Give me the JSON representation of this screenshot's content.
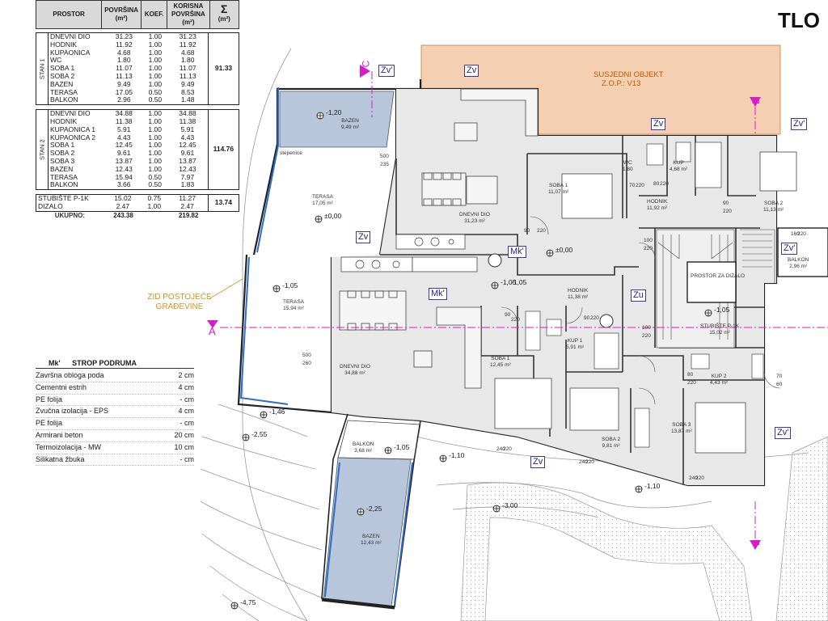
{
  "title": "TLO",
  "table": {
    "headers": {
      "room": "PROSTOR",
      "area": "POVRŠINA",
      "area_unit": "(m²)",
      "coef": "KOEF.",
      "usable": "KORISNA POVRŠINA",
      "usable_unit": "(m²)",
      "sum": "Σ",
      "sum_unit": "(m²)"
    },
    "groups": [
      {
        "label": "STAN 1",
        "total": "91.33",
        "rows": [
          [
            "DNEVNI DIO",
            "31.23",
            "1.00",
            "31.23"
          ],
          [
            "HODNIK",
            "11.92",
            "1.00",
            "11.92"
          ],
          [
            "KUPAONICA",
            "4.68",
            "1.00",
            "4.68"
          ],
          [
            "WC",
            "1.80",
            "1.00",
            "1.80"
          ],
          [
            "SOBA 1",
            "11.07",
            "1.00",
            "11.07"
          ],
          [
            "SOBA 2",
            "11.13",
            "1.00",
            "11.13"
          ],
          [
            "BAZEN",
            "9.49",
            "1.00",
            "9.49"
          ],
          [
            "TERASA",
            "17.05",
            "0.50",
            "8.53"
          ],
          [
            "BALKON",
            "2.96",
            "0.50",
            "1.48"
          ]
        ]
      },
      {
        "label": "STAN 2",
        "total": "114.76",
        "rows": [
          [
            "DNEVNI DIO",
            "34.88",
            "1.00",
            "34.88"
          ],
          [
            "HODNIK",
            "11.38",
            "1.00",
            "11.38"
          ],
          [
            "KUPAONICA 1",
            "5.91",
            "1.00",
            "5.91"
          ],
          [
            "KUPAONICA 2",
            "4.43",
            "1.00",
            "4.43"
          ],
          [
            "SOBA 1",
            "12.45",
            "1.00",
            "12.45"
          ],
          [
            "SOBA 2",
            "9.61",
            "1.00",
            "9.61"
          ],
          [
            "SOBA 3",
            "13.87",
            "1.00",
            "13.87"
          ],
          [
            "BAZEN",
            "12.43",
            "1.00",
            "12.43"
          ],
          [
            "TERASA",
            "15.94",
            "0.50",
            "7.97"
          ],
          [
            "BALKON",
            "3.66",
            "0.50",
            "1.83"
          ]
        ]
      },
      {
        "label": "",
        "total": "13.74",
        "rows": [
          [
            "STUBIŠTE P-1K",
            "15.02",
            "0.75",
            "11.27"
          ],
          [
            "DIZALO",
            "2.47",
            "1.00",
            "2.47"
          ]
        ]
      }
    ],
    "grand_total": {
      "label": "UKUPNO:",
      "area": "243.38",
      "usable": "219.82"
    }
  },
  "layers": {
    "code": "Mk'",
    "title": "STROP PODRUMA",
    "items": [
      [
        "Završna obloga poda",
        "2 cm"
      ],
      [
        "Cementni estrih",
        "4 cm"
      ],
      [
        "PE folija",
        "- cm"
      ],
      [
        "Zvučna izolacija - EPS",
        "4 cm"
      ],
      [
        "PE folija",
        "- cm"
      ],
      [
        "Armirani beton",
        "20 cm"
      ],
      [
        "Termoizolacija - MW",
        "10 cm"
      ],
      [
        "Silikatna žbuka",
        "- cm"
      ]
    ]
  },
  "notes": {
    "existing_wall": "ZID POSTOJEĆE GRAĐEVINE",
    "neighbor": "SUSJEDNI OBJEKT",
    "neighbor_zone": "Z.O.P.: V13"
  },
  "plan": {
    "rooms": {
      "bazen1": "BAZEN",
      "bazen1_area": "9,49 m²",
      "stepenice": "stepenice",
      "terasa1": "TERASA",
      "terasa1_area": "17,05 m²",
      "dnevni1": "DNEVNI DIO",
      "dnevni1_area": "31,23 m²",
      "soba1_1": "SOBA 1",
      "soba1_1_area": "11,07 m²",
      "wc": "WC",
      "wc_area": "1,80",
      "kup": "KUP",
      "kup_area": "4,68 m²",
      "hodnik1": "HODNIK",
      "hodnik1_area": "11,92 m²",
      "soba1_2": "SOBA 2",
      "soba1_2_area": "11,13 m²",
      "balkon1": "BALKON",
      "balkon1_area": "2,96 m²",
      "prostor_dizalo": "PROSTOR ZA DIZALO",
      "stubiste": "STUBIŠTE P-1K",
      "stubiste_area": "15,02 m²",
      "terasa2": "TERASA",
      "terasa2_area": "15,94 m²",
      "dnevni2": "DNEVNI DIO",
      "dnevni2_area": "34,88 m²",
      "hodnik2": "HODNIK",
      "hodnik2_area": "11,38 m²",
      "soba2_1": "SOBA 1",
      "soba2_1_area": "12,45 m²",
      "kup1": "KUP 1",
      "kup1_area": "5,91 m²",
      "kup2": "KUP 2",
      "kup2_area": "4,43 m²",
      "soba2_2": "SOBA 2",
      "soba2_2_area": "9,81 m²",
      "soba2_3": "SOBA 3",
      "soba2_3_area": "13,87 m²",
      "balkon2": "BALKON",
      "balkon2_area": "3,68 m²",
      "bazen2": "BAZEN",
      "bazen2_area": "12,43 m²"
    },
    "levels": {
      "l_bazen1": "-1,20",
      "l_terasa1": "±0,00",
      "l_mk1": "±0,00",
      "l_terasa2": "-1,05",
      "l_dnevni2": "-1,05",
      "l_hodnik2": "-1,05",
      "l_stub": "-1,05",
      "l_146": "-1,46",
      "l_255": "-2,55",
      "l_balkon2": "-1,05",
      "l_110a": "-1,10",
      "l_110b": "-1,10",
      "l_300": "-3,00",
      "l_225": "-2,25",
      "l_475": "-4,75"
    },
    "tags": {
      "zv1": "Zv'",
      "zv2": "Zv",
      "zv3": "Zv",
      "zv4": "Zv'",
      "zv5": "Zv",
      "zv6": "Zv'",
      "zv7": "Zv'",
      "zv8": "Zv",
      "mk1": "Mk'",
      "mk2": "Mk'",
      "zu": "Zu"
    },
    "sections": {
      "a": "A",
      "b_top": "B",
      "b_bottom": "B",
      "c": "C"
    },
    "dims": {
      "d1": "500",
      "d2": "235",
      "d3": "500",
      "d4": "260",
      "d5": "90",
      "d6": "220",
      "d7": "90",
      "d8": "220",
      "d9": "100",
      "d10": "220",
      "d11": "70",
      "d12": "220",
      "d13": "80",
      "d14": "220",
      "d15": "90",
      "d16": "220",
      "d17": "80",
      "d18": "220",
      "d19": "70",
      "d20": "60",
      "d21": "240",
      "d22": "220",
      "d23": "240",
      "d24": "220",
      "d25": "240",
      "d26": "220",
      "d27": "100",
      "d28": "220",
      "d29": "90",
      "d30": "220",
      "d31": "160",
      "d32": "220"
    },
    "colors": {
      "pool": "#b8c6dc",
      "neighbor": "#f4cfb1",
      "wall": "#2f6fc4",
      "section": "#d61ec8",
      "tag": "#3b3b9e",
      "note": "#d9921f"
    }
  }
}
